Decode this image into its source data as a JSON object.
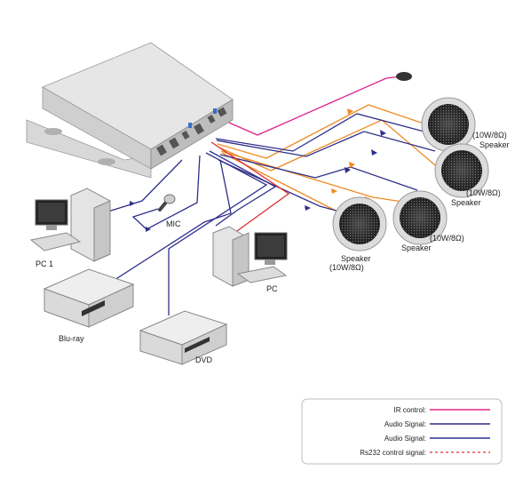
{
  "labels": {
    "mic": "MIC",
    "pc1": "PC 1",
    "pc": "PC",
    "bluray": "Blu-ray",
    "dvd": "DVD",
    "spk_top_rating": "(10W/8Ω)",
    "spk_top_name": "Speaker",
    "spk_mid_rating": "(10W/8Ω)",
    "spk_mid_name": "Speaker",
    "spk_front_rating": "(10W/8Ω)",
    "spk_front_name": "Speaker",
    "spk_left_name": "Speaker",
    "spk_left_rating": "(10W/8Ω)"
  },
  "legend": {
    "items": [
      {
        "label": "IR control:",
        "color": "#e0208c",
        "style": "solid"
      },
      {
        "label": "Audio Signal:",
        "color": "#2d2f8a",
        "style": "solid"
      },
      {
        "label": "Audio Signal:",
        "color": "#2d2f8a",
        "style": "solid"
      },
      {
        "label": "Rs232 control signal:",
        "color": "#e03030",
        "style": "dashed"
      }
    ]
  },
  "colors": {
    "ir": "#e0208c",
    "audio_blue": "#2d2f8a",
    "audio_orange": "#f08a24",
    "rs232": "#e03030",
    "device": "#e8e8e8",
    "device_dark": "#8c8c8c"
  }
}
